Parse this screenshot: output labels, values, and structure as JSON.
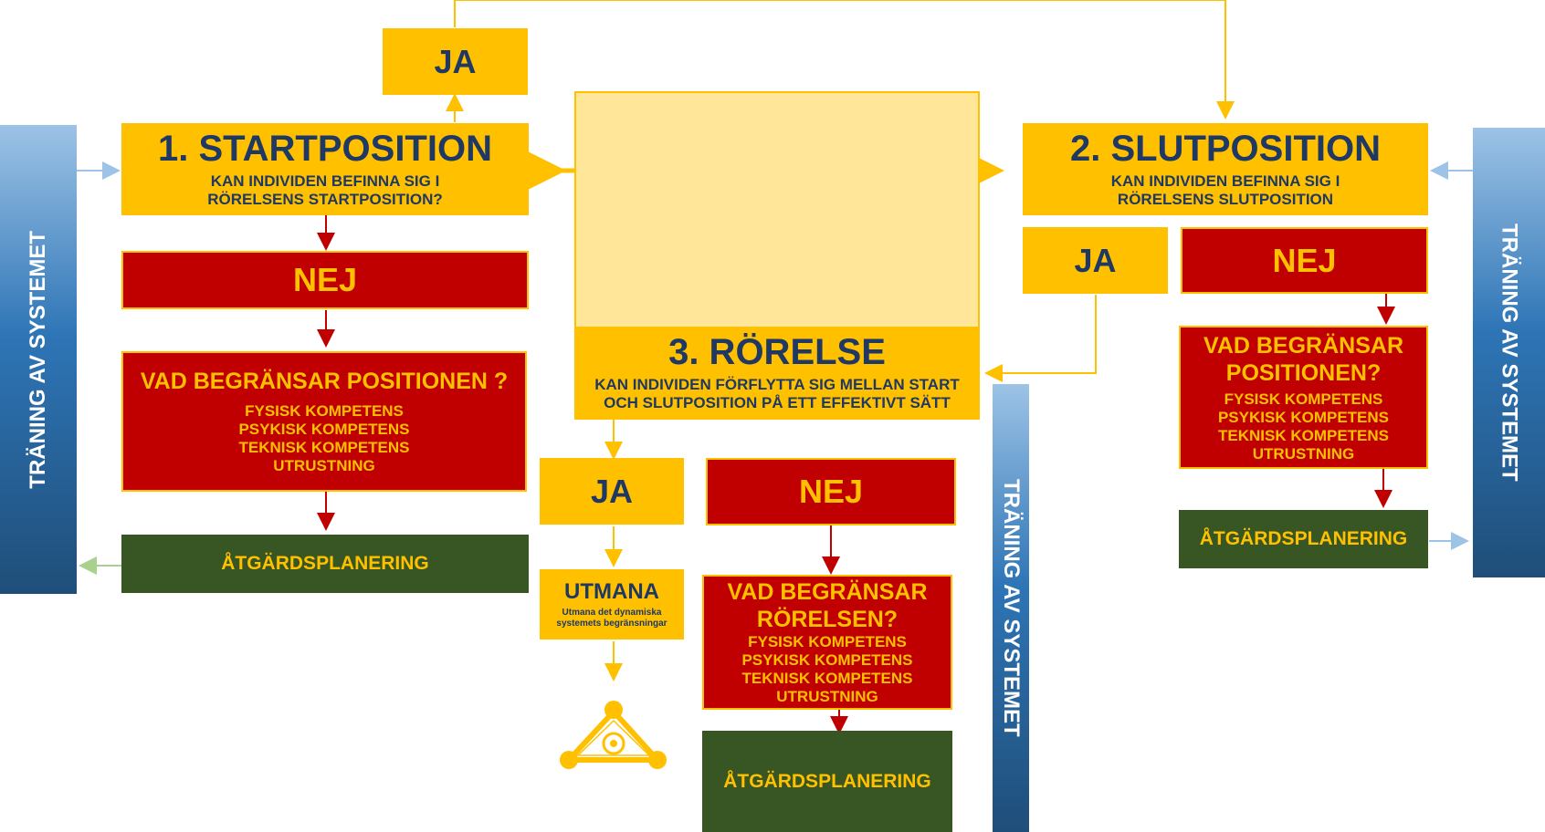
{
  "colors": {
    "yellow": "#FFC000",
    "red": "#C00000",
    "green": "#375623",
    "pale_yellow": "#FFE699",
    "navy_text": "#1F3864",
    "blue": "#2E75B6"
  },
  "side_bars": {
    "left": "TRÄNING AV SYSTEMET",
    "middle": "TRÄNING AV SYSTEMET",
    "right": "TRÄNING AV SYSTEMET"
  },
  "start": {
    "title": "1. STARTPOSITION",
    "question_line1": "KAN INDIVIDEN BEFINNA SIG I",
    "question_line2": "RÖRELSENS  STARTPOSITION?",
    "ja": "JA",
    "nej": "NEJ",
    "limit_title": "VAD BEGRÄNSAR POSITIONEN ?",
    "limits": [
      "FYSISK KOMPETENS",
      "PSYKISK KOMPETENS",
      "TEKNISK KOMPETENS",
      "UTRUSTNING"
    ],
    "action": "ÅTGÄRDSPLANERING"
  },
  "end": {
    "title": "2. SLUTPOSITION",
    "question_line1": "KAN INDIVIDEN BEFINNA SIG I",
    "question_line2": "RÖRELSENS  SLUTPOSITION",
    "ja": "JA",
    "nej": "NEJ",
    "limit_title_line1": "VAD BEGRÄNSAR",
    "limit_title_line2": "POSITIONEN?",
    "limits": [
      "FYSISK KOMPETENS",
      "PSYKISK KOMPETENS",
      "TEKNISK KOMPETENS",
      "UTRUSTNING"
    ],
    "action": "ÅTGÄRDSPLANERING"
  },
  "movement": {
    "title": "3. RÖRELSE",
    "question_line1": "KAN INDIVIDEN FÖRFLYTTA SIG MELLAN START",
    "question_line2": "OCH SLUTPOSITION PÅ ETT EFFEKTIVT SÄTT",
    "ja": "JA",
    "nej": "NEJ",
    "challenge_title": "UTMANA",
    "challenge_line1": "Utmana det dynamiska",
    "challenge_line2": "systemets begränsningar",
    "limit_title_line1": "VAD BEGRÄNSAR",
    "limit_title_line2": "RÖRELSEN?",
    "limits": [
      "FYSISK KOMPETENS",
      "PSYKISK KOMPETENS",
      "TEKNISK KOMPETENS",
      "UTRUSTNING"
    ],
    "action": "ÅTGÄRDSPLANERING"
  }
}
